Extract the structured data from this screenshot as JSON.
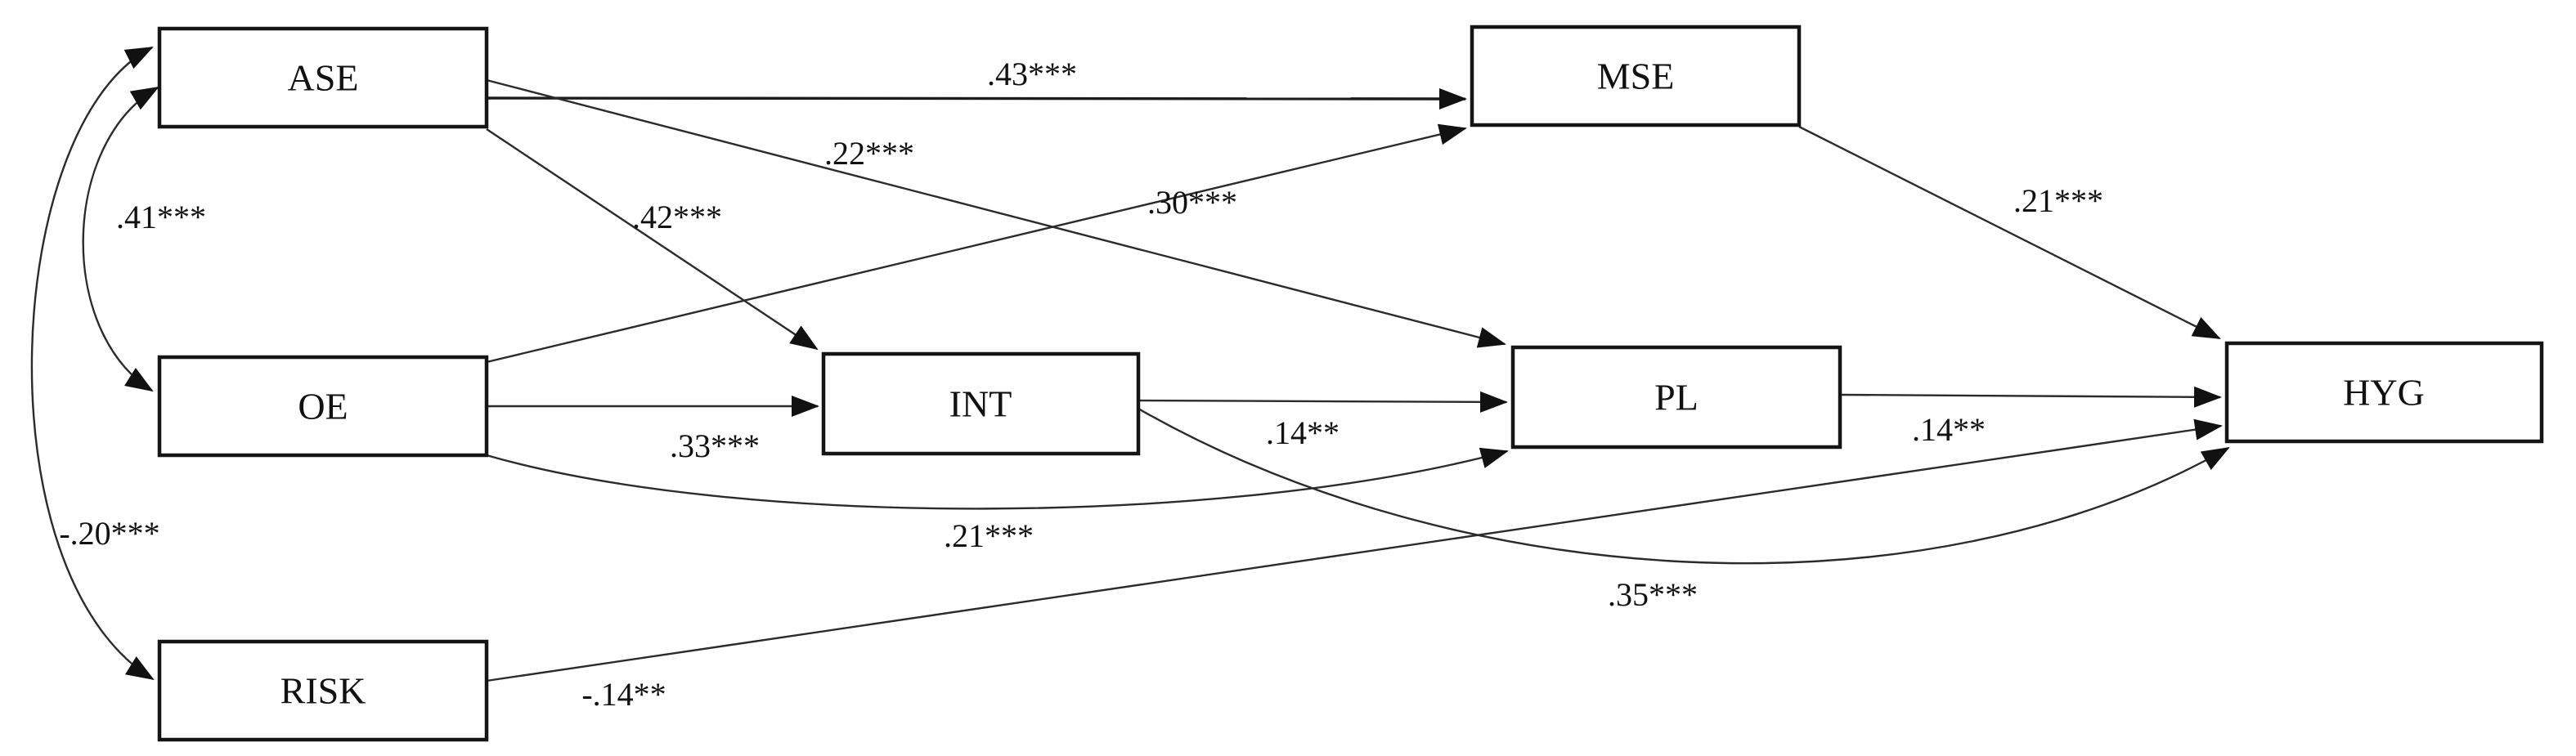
{
  "diagram": {
    "type": "path-model",
    "nodes": {
      "ase": {
        "label": "ASE"
      },
      "oe": {
        "label": "OE"
      },
      "risk": {
        "label": "RISK"
      },
      "int": {
        "label": "INT"
      },
      "mse": {
        "label": "MSE"
      },
      "pl": {
        "label": "PL"
      },
      "hyg": {
        "label": "HYG"
      }
    },
    "edges": {
      "ase_mse": {
        "from": "ASE",
        "to": "MSE",
        "label": ".43***",
        "type": "directed"
      },
      "ase_pl": {
        "from": "ASE",
        "to": "PL",
        "label": ".22***",
        "type": "directed"
      },
      "ase_int": {
        "from": "ASE",
        "to": "INT",
        "label": ".42***",
        "type": "directed"
      },
      "oe_mse": {
        "from": "OE",
        "to": "MSE",
        "label": ".30***",
        "type": "directed"
      },
      "oe_int": {
        "from": "OE",
        "to": "INT",
        "label": ".33***",
        "type": "directed"
      },
      "oe_pl": {
        "from": "OE",
        "to": "PL",
        "label": ".21***",
        "type": "directed"
      },
      "int_pl": {
        "from": "INT",
        "to": "PL",
        "label": ".14**",
        "type": "directed"
      },
      "int_hyg": {
        "from": "INT",
        "to": "HYG",
        "label": ".35***",
        "type": "directed"
      },
      "mse_hyg": {
        "from": "MSE",
        "to": "HYG",
        "label": ".21***",
        "type": "directed"
      },
      "pl_hyg": {
        "from": "PL",
        "to": "HYG",
        "label": ".14**",
        "type": "directed"
      },
      "risk_hyg": {
        "from": "RISK",
        "to": "HYG",
        "label": "-.14**",
        "type": "directed"
      },
      "ase_oe": {
        "from": "ASE",
        "to": "OE",
        "label": ".41***",
        "type": "covariance"
      },
      "ase_risk": {
        "from": "ASE",
        "to": "RISK",
        "label": "-.20***",
        "type": "covariance"
      }
    },
    "colors": {
      "background": "#ffffff",
      "line": "#2b2b2b",
      "box_border": "#151515",
      "text": "#111111"
    }
  }
}
